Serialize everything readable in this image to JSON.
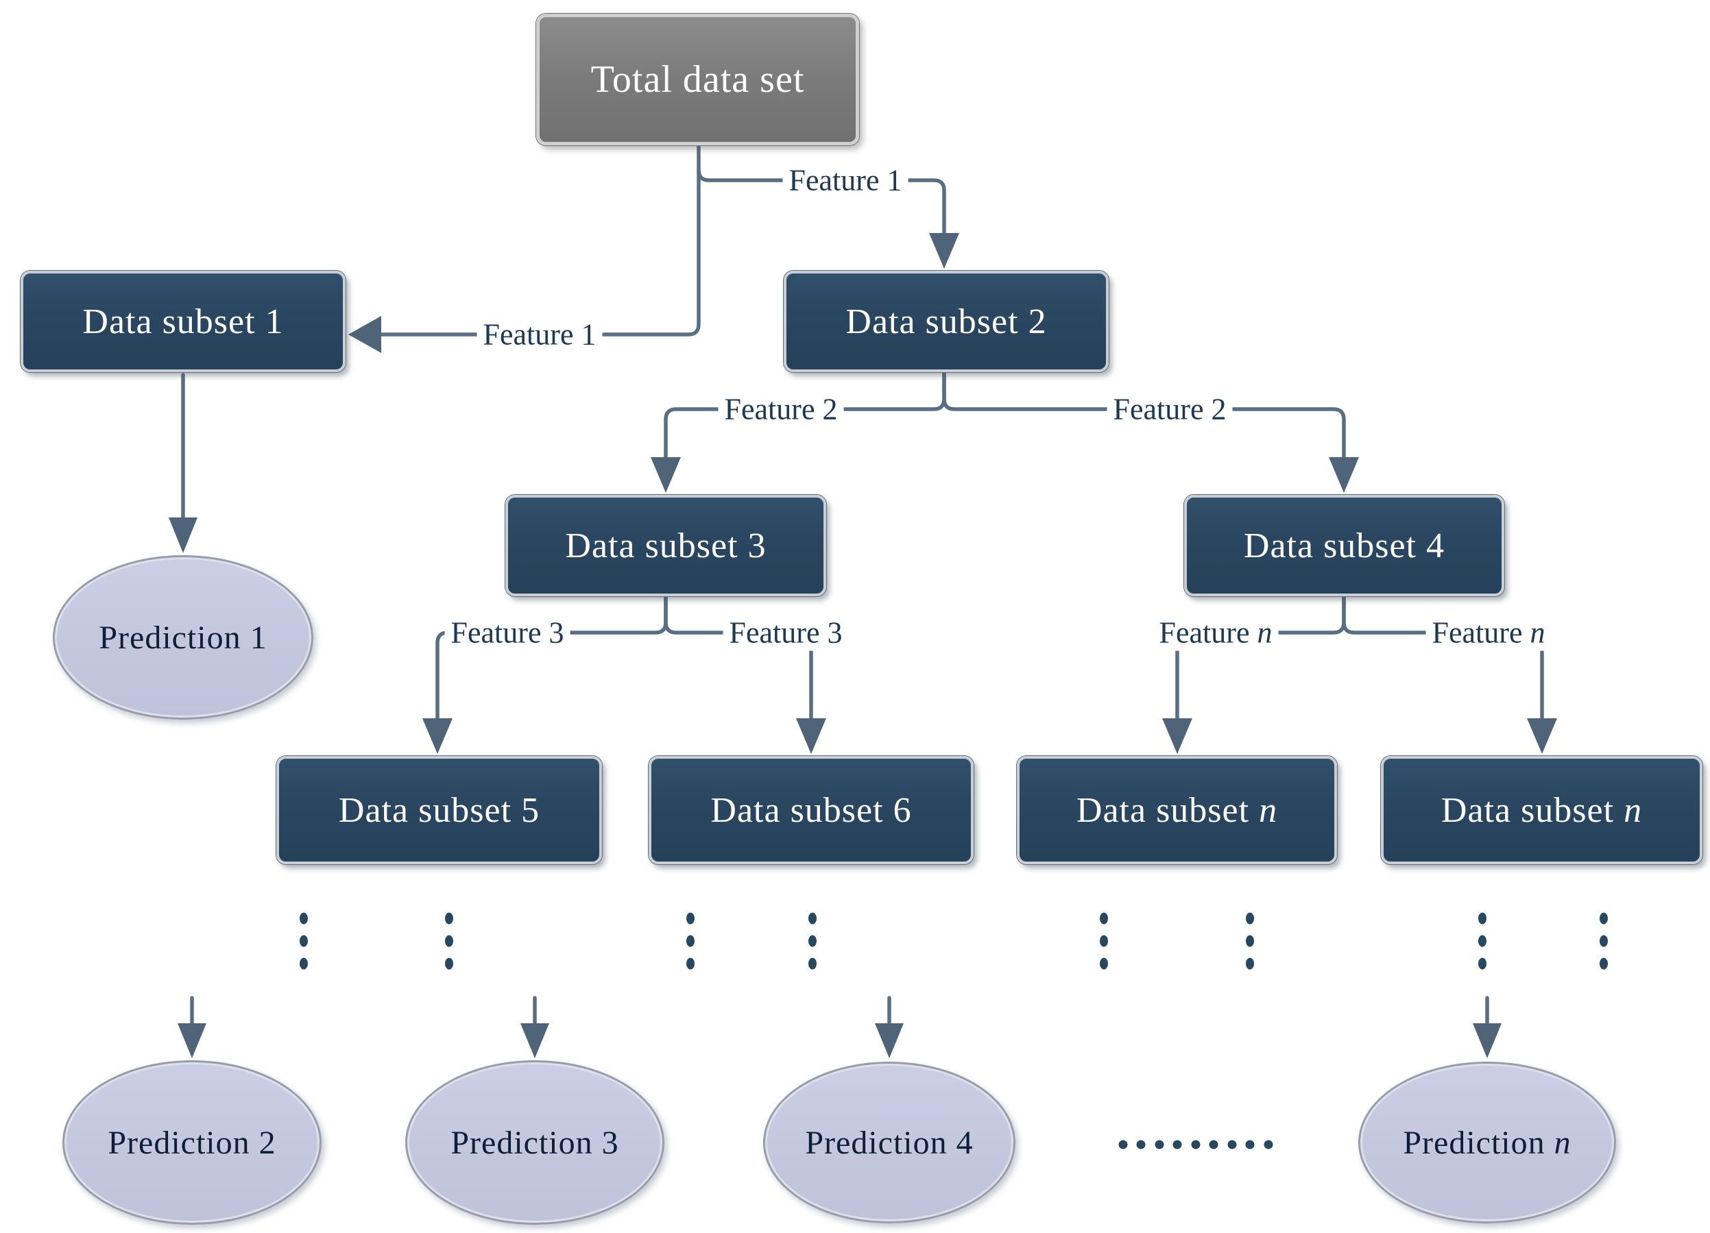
{
  "colors": {
    "line": "#5a6e83",
    "arrow": "#4f6478",
    "node-fill": "#2b455c",
    "node-border": "#c9ced4",
    "root-fill": "#7c7c7c",
    "root-border": "#d0d0d0",
    "ellipse-fill": "#c5c9e0",
    "ellipse-border": "#979daa",
    "label-text": "#1c3852",
    "node-text": "#ffffff",
    "prediction-text": "#0f1e38",
    "dot": "#27485f"
  },
  "nodes": {
    "total": {
      "text": "Total data set"
    },
    "ds1": {
      "text": "Data subset",
      "var": "1"
    },
    "ds2": {
      "text": "Data subset",
      "var": "2"
    },
    "ds3": {
      "text": "Data subset",
      "var": "3"
    },
    "ds4": {
      "text": "Data subset",
      "var": "4"
    },
    "ds5": {
      "text": "Data subset",
      "var": "5"
    },
    "ds6": {
      "text": "Data subset",
      "var": "6"
    },
    "dsn1": {
      "text": "Data subset",
      "var": "n"
    },
    "dsn2": {
      "text": "Data subset",
      "var": "n"
    }
  },
  "edge_labels": {
    "feature1_right": {
      "text": "Feature",
      "var": "1"
    },
    "feature1_left": {
      "text": "Feature",
      "var": "1"
    },
    "feature2_left": {
      "text": "Feature",
      "var": "2"
    },
    "feature2_right": {
      "text": "Feature",
      "var": "2"
    },
    "feature3_left": {
      "text": "Feature",
      "var": "3"
    },
    "feature3_right": {
      "text": "Feature",
      "var": "3"
    },
    "featuren_left": {
      "text": "Feature",
      "var": "n"
    },
    "featuren_right": {
      "text": "Feature",
      "var": "n"
    }
  },
  "predictions": {
    "p1": {
      "text": "Prediction",
      "var": "1"
    },
    "p2": {
      "text": "Prediction",
      "var": "2"
    },
    "p3": {
      "text": "Prediction",
      "var": "3"
    },
    "p4": {
      "text": "Prediction",
      "var": "4"
    },
    "pn": {
      "text": "Prediction",
      "var": "n"
    }
  }
}
